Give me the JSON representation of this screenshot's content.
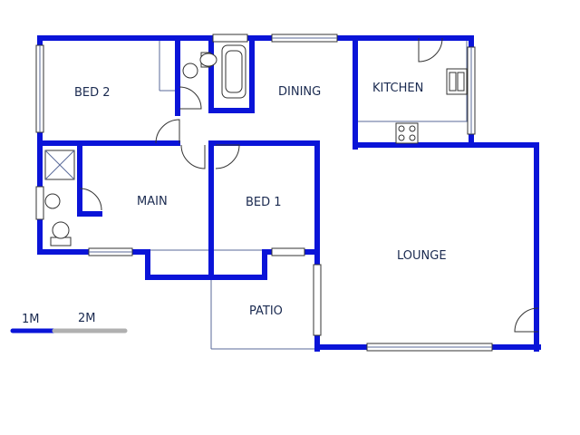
{
  "rooms": {
    "bed2": "BED 2",
    "dining": "DINING",
    "kitchen": "KITCHEN",
    "main": "MAIN",
    "bed1": "BED 1",
    "lounge": "LOUNGE",
    "patio": "PATIO"
  },
  "scale": {
    "label_1": "1M",
    "label_2": "2M"
  },
  "colors": {
    "wall": "#0a14d8",
    "scale_bar_primary": "#0a14d8",
    "scale_bar_secondary": "#b0b0b0"
  }
}
